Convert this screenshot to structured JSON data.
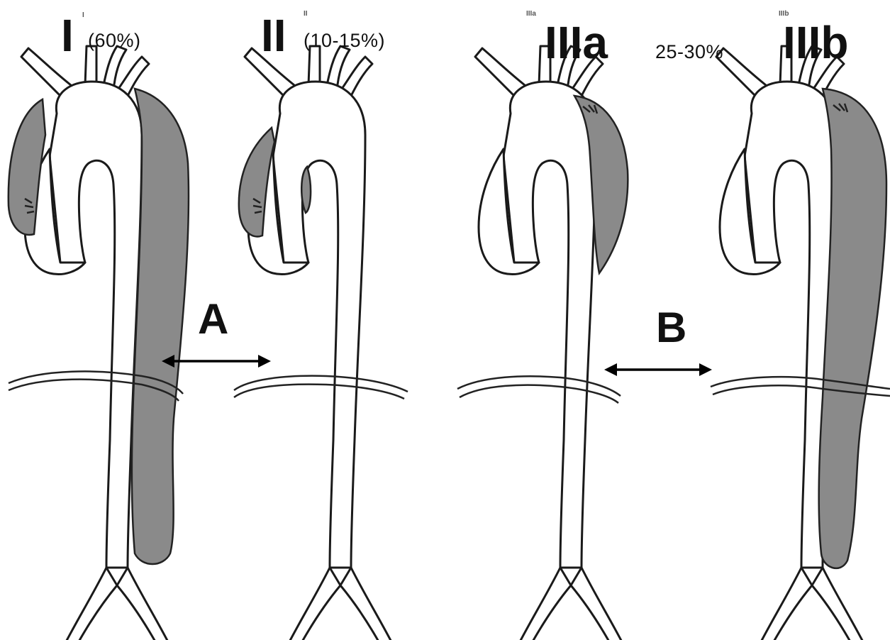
{
  "labels": {
    "type_1": "I",
    "type_1_sup": "I",
    "type_1_pct": "(60%)",
    "type_2": "II",
    "type_2_sup": "II",
    "type_2_pct": "(10-15%)",
    "type_3a": "IIIa",
    "type_3a_sup": "IIIa",
    "type_3_pct": "25-30%",
    "type_3b": "IIIb",
    "type_3b_sup": "IIIb"
  },
  "groups": {
    "a": "A",
    "b": "B"
  },
  "colors": {
    "false_lumen": "#8a8a8a",
    "outline": "#1a1a1a",
    "background": "#ffffff"
  }
}
